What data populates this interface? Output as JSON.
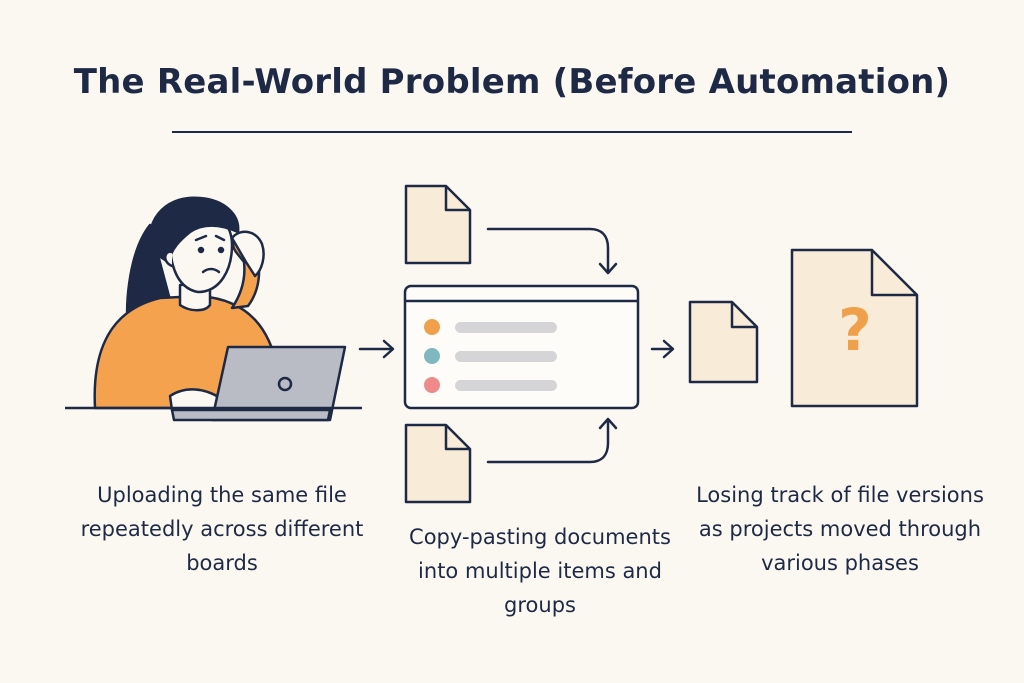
{
  "title": "The Real-World Problem (Before Automation)",
  "captions": {
    "left": "Uploading the same file repeatedly across different boards",
    "middle": "Copy-pasting documents into multiple items and groups",
    "right": "Losing track of file versions as projects moved through various phases"
  },
  "question_mark": "?",
  "colors": {
    "ink": "#1e2a45",
    "sweater": "#f5a24f",
    "paper": "#f8ecd8",
    "laptop": "#b9bcc4",
    "dot_orange": "#f0a04b",
    "dot_teal": "#7fb8bf",
    "dot_pink": "#ef8a8a",
    "row_bar": "#d5d5d8",
    "question": "#f0a04b"
  },
  "icons": [
    "worried-person",
    "laptop-icon",
    "document-icon",
    "board-window",
    "arrow-right-icon",
    "question-document-icon"
  ]
}
